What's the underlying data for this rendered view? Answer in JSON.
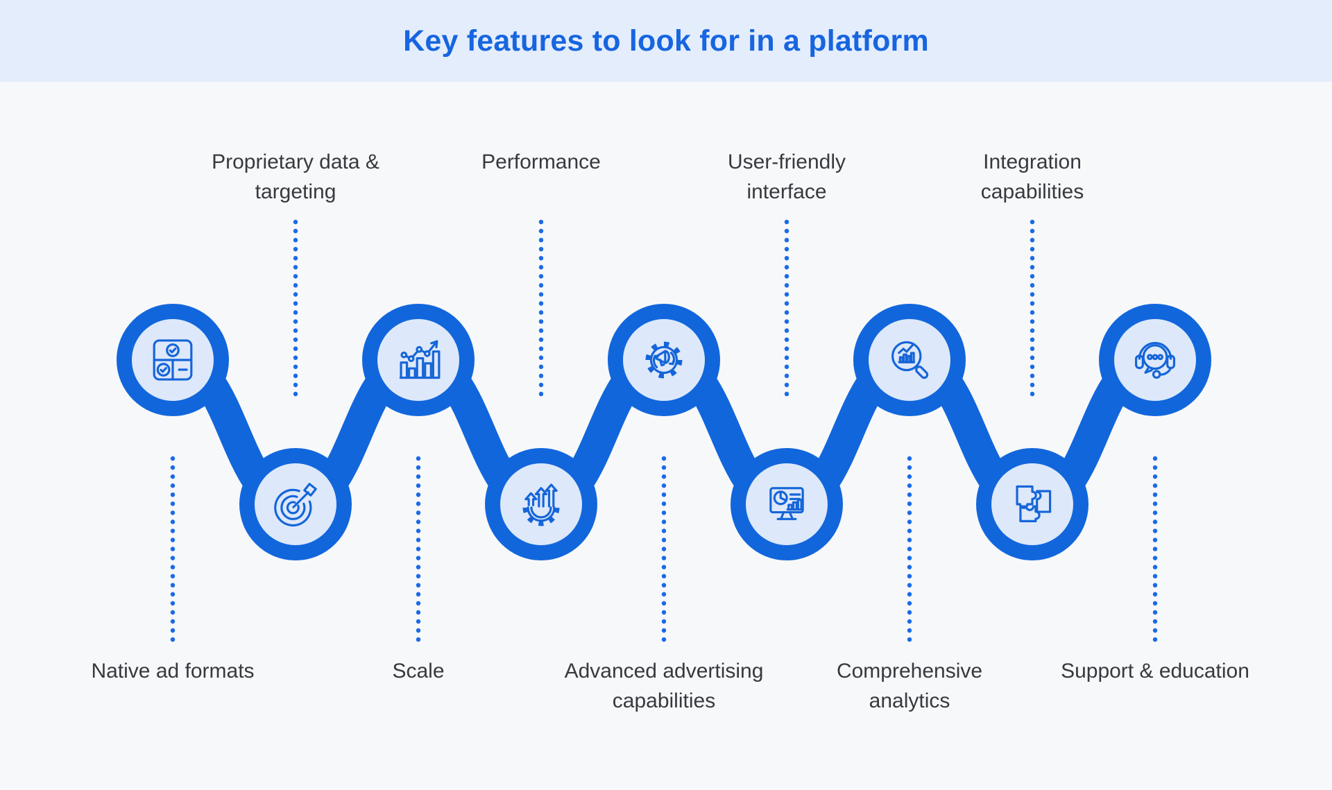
{
  "title": "Key features to look for in a platform",
  "colors": {
    "accent": "#1166DC",
    "node_fill": "#DDE8FA",
    "header_bg": "#E4EDFC",
    "page_bg": "#F7F8F9",
    "title_color": "#1765E0",
    "label_color": "#36393F",
    "icon_stroke": "#1565D8",
    "dot_color": "#1B6AE6"
  },
  "features": [
    {
      "icon": "ad-formats",
      "label": "Native ad formats",
      "label_position": "bottom"
    },
    {
      "icon": "target",
      "label": "Proprietary data &\ntargeting",
      "label_position": "top"
    },
    {
      "icon": "growth-chart",
      "label": "Scale",
      "label_position": "bottom"
    },
    {
      "icon": "gear-arrows",
      "label": "Performance",
      "label_position": "top"
    },
    {
      "icon": "gear-megaphone",
      "label": "Advanced advertising\ncapabilities",
      "label_position": "bottom"
    },
    {
      "icon": "dashboard-monitor",
      "label": "User-friendly\ninterface",
      "label_position": "top"
    },
    {
      "icon": "analytics-search",
      "label": "Comprehensive\nanalytics",
      "label_position": "bottom"
    },
    {
      "icon": "puzzle",
      "label": "Integration\ncapabilities",
      "label_position": "top"
    },
    {
      "icon": "support-headset",
      "label": "Support & education",
      "label_position": "bottom"
    }
  ]
}
